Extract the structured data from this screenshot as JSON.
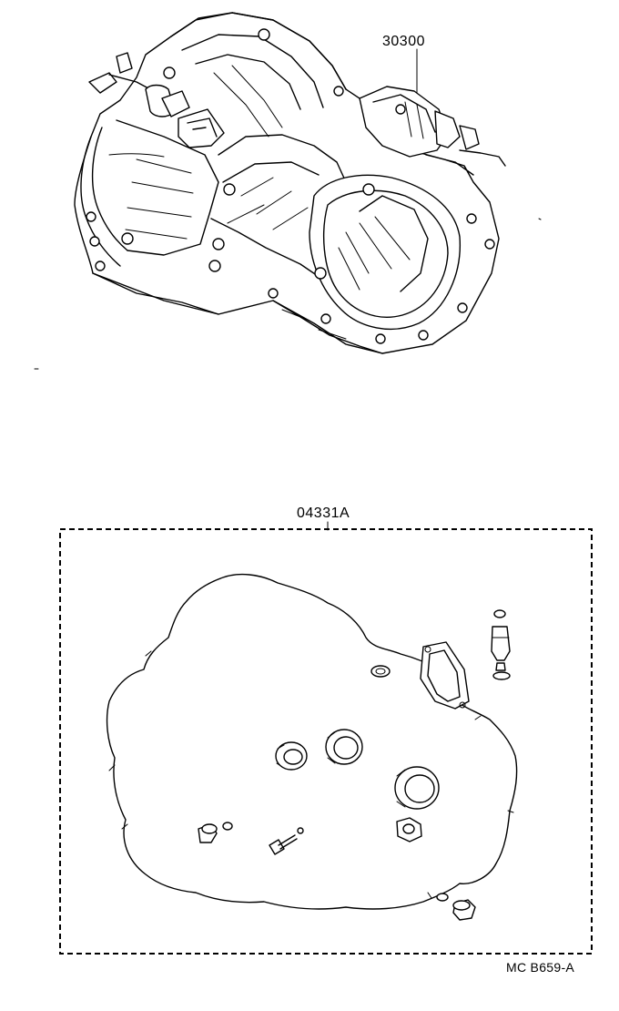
{
  "figure": {
    "labels": {
      "transaxle_assembly": "30300",
      "gasket_kit": "04331A",
      "illustration_code": "MC B659-A"
    }
  },
  "colors": {
    "ink": "#000000",
    "paper": "#ffffff"
  }
}
